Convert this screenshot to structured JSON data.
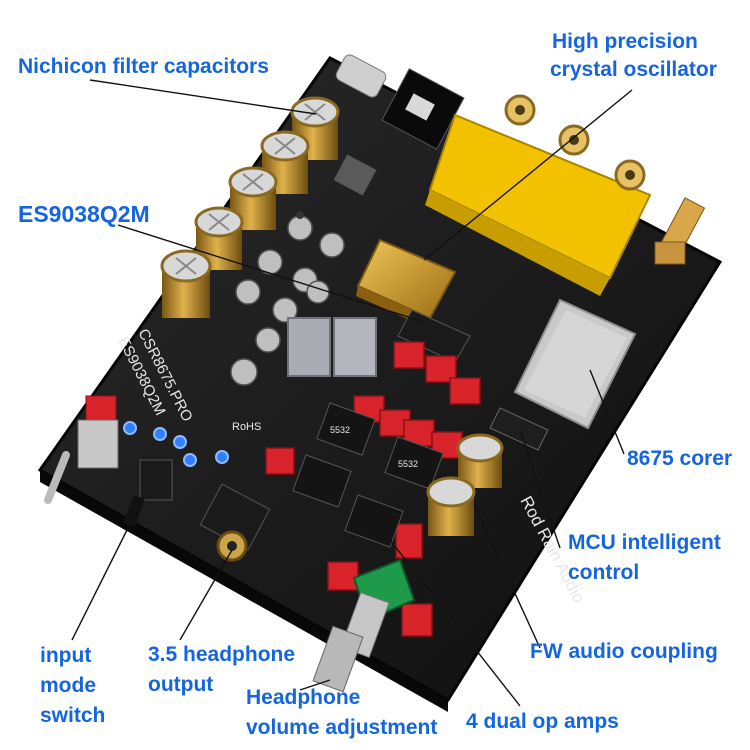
{
  "callouts": {
    "nichicon": "Nichicon filter capacitors",
    "oscillator_line1": "High precision",
    "oscillator_line2": "crystal oscillator",
    "dac_chip": "ES9038Q2M",
    "corer": "8675 corer",
    "mcu_line1": "MCU intelligent",
    "mcu_line2": "control",
    "fw_coupling": "FW audio coupling",
    "input_line1": "input",
    "input_line2": "mode",
    "input_line3": "switch",
    "headphone_line1": "3.5 headphone",
    "headphone_line2": "output",
    "volume_line1": "Headphone",
    "volume_line2": "volume adjustment",
    "op_amps": "4 dual op amps"
  },
  "board": {
    "model_text": "ES9038Q2M",
    "model_text2": "CSR8675.PRO",
    "brand_text": "Rod Rain Audio",
    "rohs": "RoHS",
    "opamp_text": "5532"
  },
  "colors": {
    "label": "#1565e0",
    "pcb": "#141414",
    "rca_yellow": "#f2c200",
    "capacitor_gold": "#b8862a",
    "oscillator_gold": "#d4a22a",
    "relay_red": "#d8232a",
    "film_cap_grey": "#a9acb3"
  }
}
